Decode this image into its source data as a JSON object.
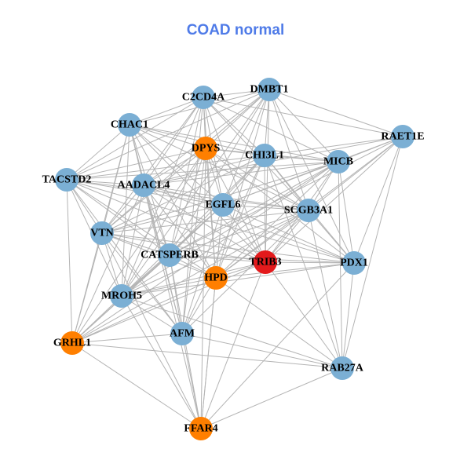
{
  "title": "COAD normal",
  "colors": {
    "default": "#7bafd4",
    "highlight": "#ff7f00",
    "hub": "#e31a1c",
    "edge": "#b4b4b4",
    "title": "#4f7be8"
  },
  "nodes": [
    {
      "id": "DMBT1",
      "group": "default"
    },
    {
      "id": "C2CD4A",
      "group": "default"
    },
    {
      "id": "CHAC1",
      "group": "default"
    },
    {
      "id": "DPYS",
      "group": "highlight"
    },
    {
      "id": "CHI3L1",
      "group": "default"
    },
    {
      "id": "RAET1E",
      "group": "default"
    },
    {
      "id": "MICB",
      "group": "default"
    },
    {
      "id": "TACSTD2",
      "group": "default"
    },
    {
      "id": "AADACL4",
      "group": "default"
    },
    {
      "id": "EGFL6",
      "group": "default"
    },
    {
      "id": "SCGB3A1",
      "group": "default"
    },
    {
      "id": "VTN",
      "group": "default"
    },
    {
      "id": "CATSPERB",
      "group": "default"
    },
    {
      "id": "TRIB3",
      "group": "hub"
    },
    {
      "id": "PDX1",
      "group": "default"
    },
    {
      "id": "HPD",
      "group": "highlight"
    },
    {
      "id": "MROH5",
      "group": "default"
    },
    {
      "id": "AFM",
      "group": "default"
    },
    {
      "id": "GRHL1",
      "group": "highlight"
    },
    {
      "id": "RAB27A",
      "group": "default"
    },
    {
      "id": "FFAR4",
      "group": "highlight"
    }
  ],
  "edges": [
    [
      "DMBT1",
      "C2CD4A"
    ],
    [
      "DMBT1",
      "CHAC1"
    ],
    [
      "DMBT1",
      "DPYS"
    ],
    [
      "DMBT1",
      "CHI3L1"
    ],
    [
      "DMBT1",
      "RAET1E"
    ],
    [
      "DMBT1",
      "MICB"
    ],
    [
      "DMBT1",
      "AADACL4"
    ],
    [
      "DMBT1",
      "EGFL6"
    ],
    [
      "DMBT1",
      "SCGB3A1"
    ],
    [
      "DMBT1",
      "VTN"
    ],
    [
      "DMBT1",
      "CATSPERB"
    ],
    [
      "DMBT1",
      "TRIB3"
    ],
    [
      "DMBT1",
      "PDX1"
    ],
    [
      "DMBT1",
      "HPD"
    ],
    [
      "DMBT1",
      "MROH5"
    ],
    [
      "DMBT1",
      "TACSTD2"
    ],
    [
      "C2CD4A",
      "CHAC1"
    ],
    [
      "C2CD4A",
      "DPYS"
    ],
    [
      "C2CD4A",
      "CHI3L1"
    ],
    [
      "C2CD4A",
      "MICB"
    ],
    [
      "C2CD4A",
      "TACSTD2"
    ],
    [
      "C2CD4A",
      "AADACL4"
    ],
    [
      "C2CD4A",
      "EGFL6"
    ],
    [
      "C2CD4A",
      "SCGB3A1"
    ],
    [
      "C2CD4A",
      "VTN"
    ],
    [
      "C2CD4A",
      "CATSPERB"
    ],
    [
      "C2CD4A",
      "TRIB3"
    ],
    [
      "C2CD4A",
      "HPD"
    ],
    [
      "C2CD4A",
      "MROH5"
    ],
    [
      "C2CD4A",
      "AFM"
    ],
    [
      "C2CD4A",
      "RAET1E"
    ],
    [
      "CHAC1",
      "DPYS"
    ],
    [
      "CHAC1",
      "CHI3L1"
    ],
    [
      "CHAC1",
      "TACSTD2"
    ],
    [
      "CHAC1",
      "AADACL4"
    ],
    [
      "CHAC1",
      "EGFL6"
    ],
    [
      "CHAC1",
      "SCGB3A1"
    ],
    [
      "CHAC1",
      "VTN"
    ],
    [
      "CHAC1",
      "CATSPERB"
    ],
    [
      "CHAC1",
      "TRIB3"
    ],
    [
      "CHAC1",
      "HPD"
    ],
    [
      "CHAC1",
      "MROH5"
    ],
    [
      "CHAC1",
      "AFM"
    ],
    [
      "CHAC1",
      "MICB"
    ],
    [
      "CHAC1",
      "GRHL1"
    ],
    [
      "DPYS",
      "CHI3L1"
    ],
    [
      "DPYS",
      "MICB"
    ],
    [
      "DPYS",
      "TACSTD2"
    ],
    [
      "DPYS",
      "AADACL4"
    ],
    [
      "DPYS",
      "EGFL6"
    ],
    [
      "DPYS",
      "SCGB3A1"
    ],
    [
      "DPYS",
      "VTN"
    ],
    [
      "DPYS",
      "CATSPERB"
    ],
    [
      "DPYS",
      "TRIB3"
    ],
    [
      "DPYS",
      "HPD"
    ],
    [
      "DPYS",
      "MROH5"
    ],
    [
      "DPYS",
      "AFM"
    ],
    [
      "DPYS",
      "PDX1"
    ],
    [
      "DPYS",
      "GRHL1"
    ],
    [
      "DPYS",
      "FFAR4"
    ],
    [
      "CHI3L1",
      "RAET1E"
    ],
    [
      "CHI3L1",
      "MICB"
    ],
    [
      "CHI3L1",
      "AADACL4"
    ],
    [
      "CHI3L1",
      "EGFL6"
    ],
    [
      "CHI3L1",
      "SCGB3A1"
    ],
    [
      "CHI3L1",
      "VTN"
    ],
    [
      "CHI3L1",
      "CATSPERB"
    ],
    [
      "CHI3L1",
      "TRIB3"
    ],
    [
      "CHI3L1",
      "PDX1"
    ],
    [
      "CHI3L1",
      "HPD"
    ],
    [
      "CHI3L1",
      "MROH5"
    ],
    [
      "CHI3L1",
      "TACSTD2"
    ],
    [
      "CHI3L1",
      "AFM"
    ],
    [
      "CHI3L1",
      "RAB27A"
    ],
    [
      "RAET1E",
      "MICB"
    ],
    [
      "RAET1E",
      "SCGB3A1"
    ],
    [
      "RAET1E",
      "EGFL6"
    ],
    [
      "RAET1E",
      "PDX1"
    ],
    [
      "RAET1E",
      "RAB27A"
    ],
    [
      "RAET1E",
      "HPD"
    ],
    [
      "RAET1E",
      "TRIB3"
    ],
    [
      "RAET1E",
      "AADACL4"
    ],
    [
      "RAET1E",
      "CATSPERB"
    ],
    [
      "MICB",
      "TACSTD2"
    ],
    [
      "MICB",
      "AADACL4"
    ],
    [
      "MICB",
      "EGFL6"
    ],
    [
      "MICB",
      "SCGB3A1"
    ],
    [
      "MICB",
      "VTN"
    ],
    [
      "MICB",
      "CATSPERB"
    ],
    [
      "MICB",
      "TRIB3"
    ],
    [
      "MICB",
      "PDX1"
    ],
    [
      "MICB",
      "HPD"
    ],
    [
      "MICB",
      "MROH5"
    ],
    [
      "MICB",
      "RAB27A"
    ],
    [
      "MICB",
      "GRHL1"
    ],
    [
      "TACSTD2",
      "AADACL4"
    ],
    [
      "TACSTD2",
      "EGFL6"
    ],
    [
      "TACSTD2",
      "SCGB3A1"
    ],
    [
      "TACSTD2",
      "VTN"
    ],
    [
      "TACSTD2",
      "CATSPERB"
    ],
    [
      "TACSTD2",
      "TRIB3"
    ],
    [
      "TACSTD2",
      "HPD"
    ],
    [
      "TACSTD2",
      "MROH5"
    ],
    [
      "TACSTD2",
      "AFM"
    ],
    [
      "TACSTD2",
      "GRHL1"
    ],
    [
      "TACSTD2",
      "PDX1"
    ],
    [
      "AADACL4",
      "EGFL6"
    ],
    [
      "AADACL4",
      "SCGB3A1"
    ],
    [
      "AADACL4",
      "VTN"
    ],
    [
      "AADACL4",
      "CATSPERB"
    ],
    [
      "AADACL4",
      "TRIB3"
    ],
    [
      "AADACL4",
      "HPD"
    ],
    [
      "AADACL4",
      "MROH5"
    ],
    [
      "AADACL4",
      "AFM"
    ],
    [
      "AADACL4",
      "GRHL1"
    ],
    [
      "AADACL4",
      "PDX1"
    ],
    [
      "AADACL4",
      "FFAR4"
    ],
    [
      "EGFL6",
      "SCGB3A1"
    ],
    [
      "EGFL6",
      "VTN"
    ],
    [
      "EGFL6",
      "CATSPERB"
    ],
    [
      "EGFL6",
      "TRIB3"
    ],
    [
      "EGFL6",
      "PDX1"
    ],
    [
      "EGFL6",
      "HPD"
    ],
    [
      "EGFL6",
      "MROH5"
    ],
    [
      "EGFL6",
      "AFM"
    ],
    [
      "EGFL6",
      "GRHL1"
    ],
    [
      "EGFL6",
      "FFAR4"
    ],
    [
      "SCGB3A1",
      "VTN"
    ],
    [
      "SCGB3A1",
      "CATSPERB"
    ],
    [
      "SCGB3A1",
      "TRIB3"
    ],
    [
      "SCGB3A1",
      "PDX1"
    ],
    [
      "SCGB3A1",
      "HPD"
    ],
    [
      "SCGB3A1",
      "MROH5"
    ],
    [
      "SCGB3A1",
      "AFM"
    ],
    [
      "SCGB3A1",
      "GRHL1"
    ],
    [
      "SCGB3A1",
      "RAB27A"
    ],
    [
      "VTN",
      "CATSPERB"
    ],
    [
      "VTN",
      "TRIB3"
    ],
    [
      "VTN",
      "HPD"
    ],
    [
      "VTN",
      "MROH5"
    ],
    [
      "VTN",
      "AFM"
    ],
    [
      "VTN",
      "GRHL1"
    ],
    [
      "VTN",
      "PDX1"
    ],
    [
      "VTN",
      "FFAR4"
    ],
    [
      "CATSPERB",
      "TRIB3"
    ],
    [
      "CATSPERB",
      "PDX1"
    ],
    [
      "CATSPERB",
      "HPD"
    ],
    [
      "CATSPERB",
      "MROH5"
    ],
    [
      "CATSPERB",
      "AFM"
    ],
    [
      "CATSPERB",
      "GRHL1"
    ],
    [
      "CATSPERB",
      "FFAR4"
    ],
    [
      "TRIB3",
      "PDX1"
    ],
    [
      "TRIB3",
      "HPD"
    ],
    [
      "TRIB3",
      "MROH5"
    ],
    [
      "TRIB3",
      "RAB27A"
    ],
    [
      "TRIB3",
      "FFAR4"
    ],
    [
      "TRIB3",
      "GRHL1"
    ],
    [
      "PDX1",
      "HPD"
    ],
    [
      "PDX1",
      "RAB27A"
    ],
    [
      "PDX1",
      "FFAR4"
    ],
    [
      "PDX1",
      "MROH5"
    ],
    [
      "HPD",
      "MROH5"
    ],
    [
      "HPD",
      "AFM"
    ],
    [
      "HPD",
      "GRHL1"
    ],
    [
      "HPD",
      "RAB27A"
    ],
    [
      "HPD",
      "FFAR4"
    ],
    [
      "MROH5",
      "AFM"
    ],
    [
      "MROH5",
      "GRHL1"
    ],
    [
      "MROH5",
      "RAB27A"
    ],
    [
      "MROH5",
      "FFAR4"
    ],
    [
      "AFM",
      "GRHL1"
    ],
    [
      "AFM",
      "FFAR4"
    ],
    [
      "AFM",
      "RAB27A"
    ],
    [
      "GRHL1",
      "RAB27A"
    ],
    [
      "GRHL1",
      "FFAR4"
    ],
    [
      "RAB27A",
      "FFAR4"
    ]
  ]
}
